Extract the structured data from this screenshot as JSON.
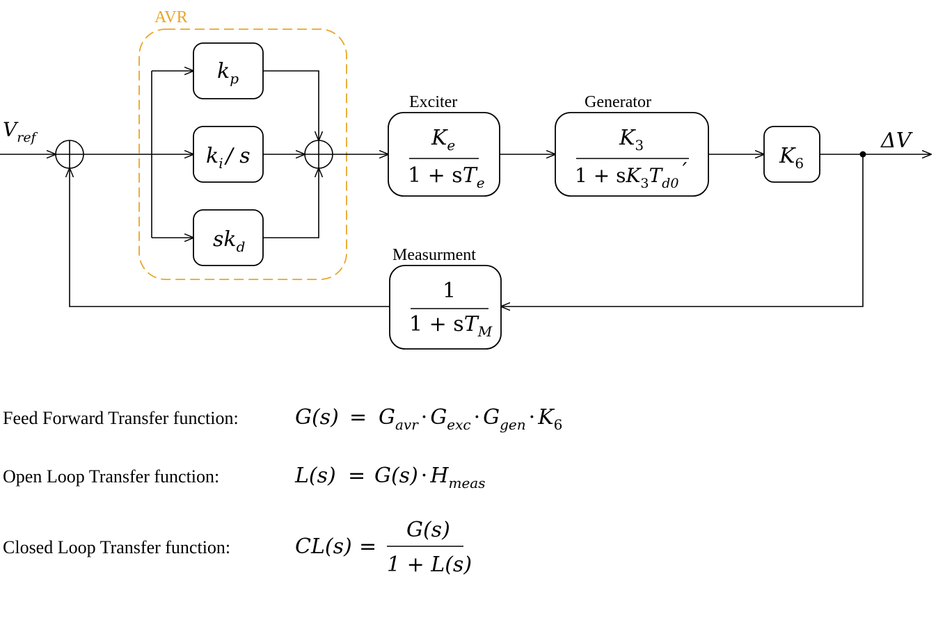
{
  "avr_label": "AVR",
  "avr_color": "#e9a526",
  "input": {
    "base": "V",
    "sub": "ref"
  },
  "output": {
    "text": "ΔV"
  },
  "blocks": {
    "kp": {
      "base": "k",
      "sub": "p"
    },
    "ki": {
      "base": "k",
      "sub": "i",
      "tail": "/ s"
    },
    "kd": {
      "pre": "s",
      "base": "k",
      "sub": "d"
    },
    "exciter": {
      "title": "Exciter",
      "num_base": "K",
      "num_sub": "e",
      "den_pre": "1 + s",
      "den_base": "T",
      "den_sub": "e"
    },
    "generator": {
      "title": "Generator",
      "num_base": "K",
      "num_sub": "3",
      "den_pre": "1 + s",
      "den_k": "K",
      "den_k_sub": "3",
      "den_t": "T",
      "den_t_sub": "d0",
      "den_prime": "´"
    },
    "k6": {
      "base": "K",
      "sub": "6"
    },
    "measurement": {
      "title": "Measurment",
      "num": "1",
      "den_pre": "1 + s",
      "den_base": "T",
      "den_sub": "M"
    }
  },
  "equations": {
    "feed_forward": {
      "label": "Feed Forward Transfer function:",
      "lhs": "G(s)",
      "eq": "=",
      "terms": [
        {
          "base": "G",
          "sub": "avr"
        },
        {
          "base": "G",
          "sub": "exc"
        },
        {
          "base": "G",
          "sub": "gen"
        },
        {
          "base": "K",
          "sub": "6"
        }
      ],
      "dot": "·"
    },
    "open_loop": {
      "label": "Open Loop Transfer function:",
      "lhs": "L(s)",
      "eq": "=",
      "rhs_a": "G(s)",
      "dot": "·",
      "rhs_b_base": "H",
      "rhs_b_sub": "meas"
    },
    "closed_loop": {
      "label": "Closed Loop Transfer function:",
      "lhs": "CL(s)",
      "eq": "=",
      "num": "G(s)",
      "den": "1 + L(s)"
    }
  }
}
